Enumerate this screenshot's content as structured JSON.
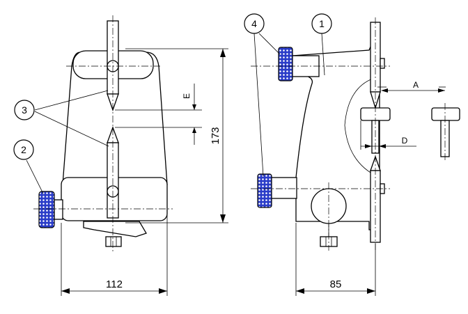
{
  "callouts": {
    "c1": "1",
    "c2": "2",
    "c3": "3",
    "c4": "4"
  },
  "dimensions": {
    "width_left": "112",
    "width_right": "85",
    "height": "173",
    "label_E": "E",
    "label_A": "A",
    "label_D": "D"
  },
  "colors": {
    "knurl": "#2a3cc8",
    "line": "#000000"
  }
}
